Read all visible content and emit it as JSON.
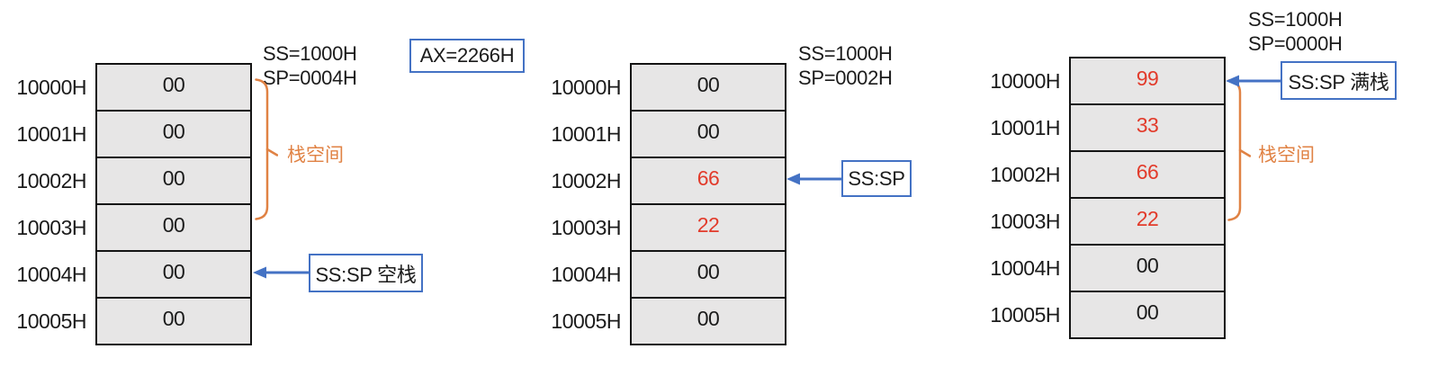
{
  "colors": {
    "blue": "#4472C4",
    "orange": "#E08244",
    "red": "#E23B2B",
    "cell_fill": "#E7E6E6",
    "line": "#141414"
  },
  "ax_box": {
    "label": "AX=2266H"
  },
  "panels": [
    {
      "name": "empty-stack",
      "registers": {
        "line1": "SS=1000H",
        "line2": "SP=0004H"
      },
      "rows": [
        {
          "address": "10000H",
          "value": "00"
        },
        {
          "address": "10001H",
          "value": "00"
        },
        {
          "address": "10002H",
          "value": "00"
        },
        {
          "address": "10003H",
          "value": "00"
        },
        {
          "address": "10004H",
          "value": "00"
        },
        {
          "address": "10005H",
          "value": "00"
        }
      ],
      "brace_label": "栈空间",
      "pointer": {
        "label": "SS:SP 空栈",
        "points_to": "10004H"
      }
    },
    {
      "name": "partial-stack",
      "registers": {
        "line1": "SS=1000H",
        "line2": "SP=0002H"
      },
      "rows": [
        {
          "address": "10000H",
          "value": "00"
        },
        {
          "address": "10001H",
          "value": "00"
        },
        {
          "address": "10002H",
          "value": "66"
        },
        {
          "address": "10003H",
          "value": "22"
        },
        {
          "address": "10004H",
          "value": "00"
        },
        {
          "address": "10005H",
          "value": "00"
        }
      ],
      "pointer": {
        "label": "SS:SP",
        "points_to": "10002H"
      }
    },
    {
      "name": "full-stack",
      "registers": {
        "line1": "SS=1000H",
        "line2": "SP=0000H"
      },
      "rows": [
        {
          "address": "10000H",
          "value": "99"
        },
        {
          "address": "10001H",
          "value": "33"
        },
        {
          "address": "10002H",
          "value": "66"
        },
        {
          "address": "10003H",
          "value": "22"
        },
        {
          "address": "10004H",
          "value": "00"
        },
        {
          "address": "10005H",
          "value": "00"
        }
      ],
      "brace_label": "栈空间",
      "pointer": {
        "label": "SS:SP 满栈",
        "points_to": "10000H"
      }
    }
  ]
}
